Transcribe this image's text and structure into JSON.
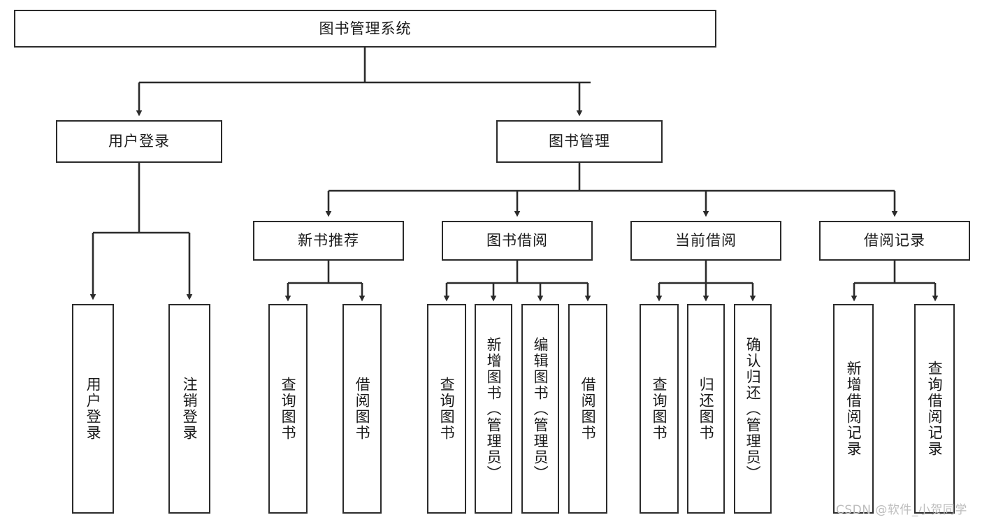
{
  "diagram": {
    "title": "图书管理系统",
    "style": {
      "stroke": "#2b2b2b",
      "fill": "#ffffff",
      "text": "#1a1a1a",
      "watermark_color": "#bdbdbd"
    },
    "root": {
      "label": "图书管理系统"
    },
    "level2": [
      {
        "label": "用户登录"
      },
      {
        "label": "图书管理"
      }
    ],
    "level3": [
      {
        "label": "新书推荐"
      },
      {
        "label": "图书借阅"
      },
      {
        "label": "当前借阅"
      },
      {
        "label": "借阅记录"
      }
    ],
    "leaves": {
      "user_login": [
        {
          "label": "用户登录"
        },
        {
          "label": "注销登录"
        }
      ],
      "new_book": [
        {
          "label": "查询图书"
        },
        {
          "label": "借阅图书"
        }
      ],
      "book_borrow": [
        {
          "label": "查询图书"
        },
        {
          "label": "新增图书（管理员）"
        },
        {
          "label": "编辑图书（管理员）"
        },
        {
          "label": "借阅图书"
        }
      ],
      "current_borrow": [
        {
          "label": "查询图书"
        },
        {
          "label": "归还图书"
        },
        {
          "label": "确认归还（管理员）"
        }
      ],
      "borrow_record": [
        {
          "label": "新增借阅记录"
        },
        {
          "label": "查询借阅记录"
        }
      ]
    },
    "watermark": "CSDN @软件_小贺同学"
  }
}
